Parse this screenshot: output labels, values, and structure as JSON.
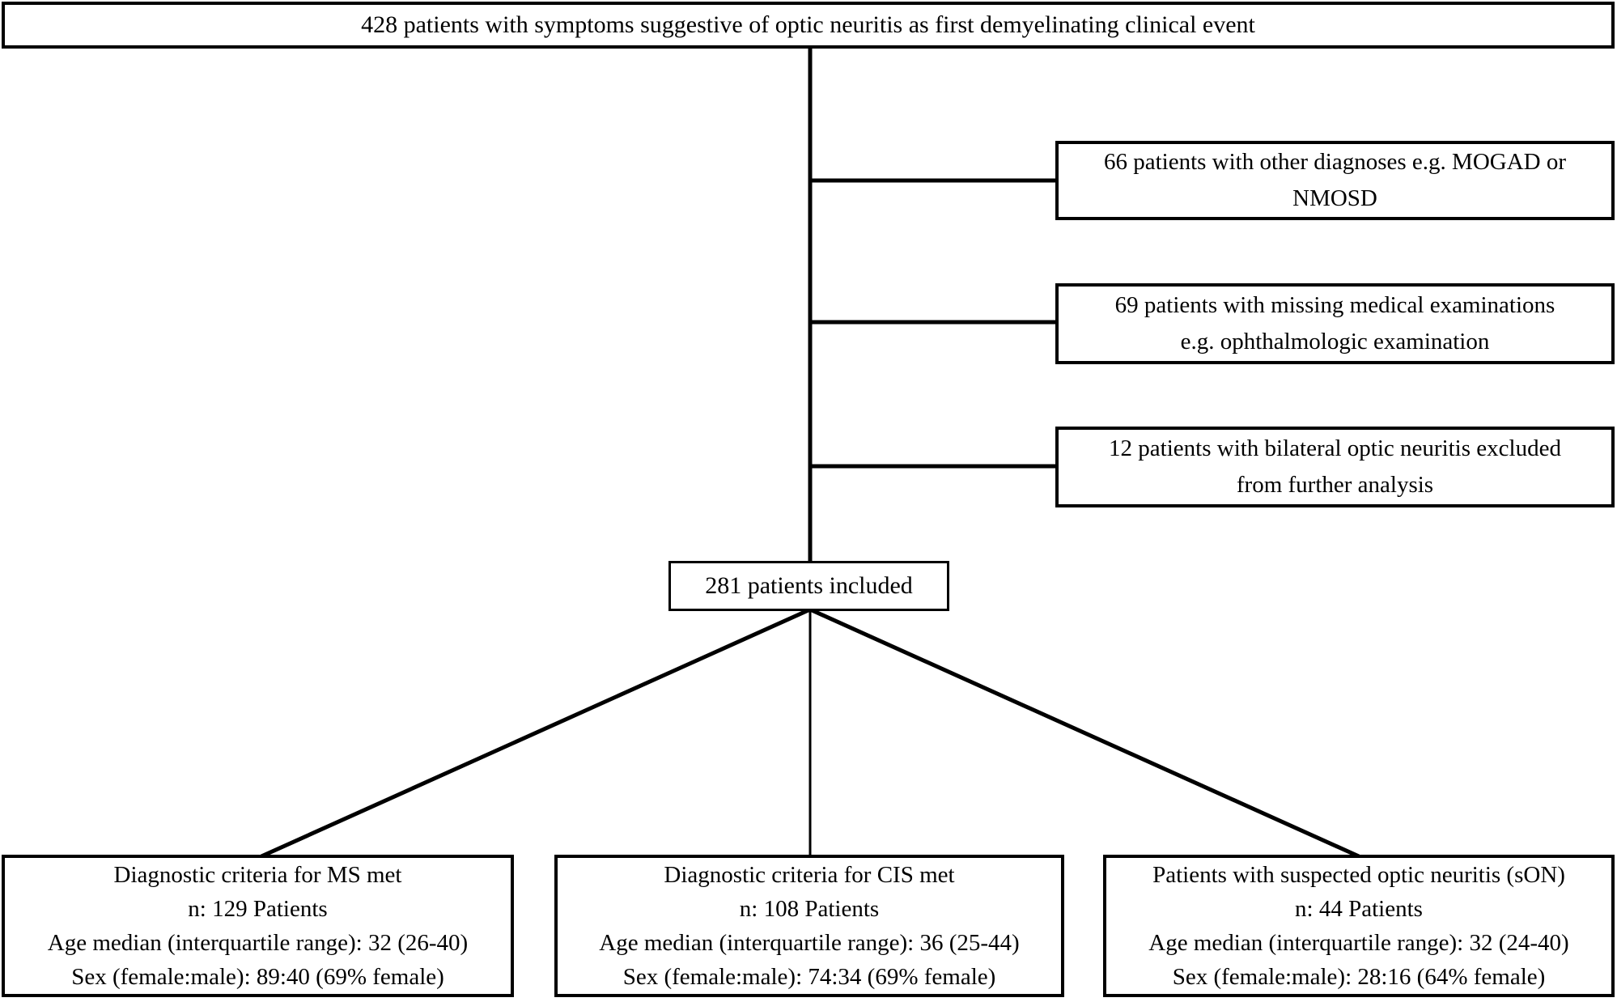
{
  "figure": {
    "colors": {
      "background": "#ffffff",
      "line": "#000000",
      "text": "#000000"
    },
    "top_box": {
      "text": "428 patients with symptoms suggestive of optic neuritis as first demyelinating clinical event"
    },
    "exclusion_boxes": [
      {
        "lines": [
          "66 patients with other diagnoses e.g. MOGAD or",
          "NMOSD"
        ]
      },
      {
        "lines": [
          "69 patients with missing medical examinations",
          "e.g. ophthalmologic examination"
        ]
      },
      {
        "lines": [
          "12 patients with bilateral optic neuritis excluded",
          "from further analysis"
        ]
      }
    ],
    "included_box": {
      "text": "281 patients included"
    },
    "outcome_boxes": [
      {
        "lines": [
          "Diagnostic criteria for MS met",
          "n: 129 Patients",
          "Age median (interquartile range): 32 (26-40)",
          "Sex (female:male): 89:40 (69% female)"
        ]
      },
      {
        "lines": [
          "Diagnostic criteria for CIS met",
          "n: 108 Patients",
          "Age median (interquartile range): 36 (25-44)",
          "Sex (female:male): 74:34 (69% female)"
        ]
      },
      {
        "lines": [
          "Patients with suspected optic neuritis (sON)",
          "n: 44 Patients",
          "Age median (interquartile range): 32 (24-40)",
          "Sex (female:male): 28:16 (64% female)"
        ]
      }
    ]
  }
}
